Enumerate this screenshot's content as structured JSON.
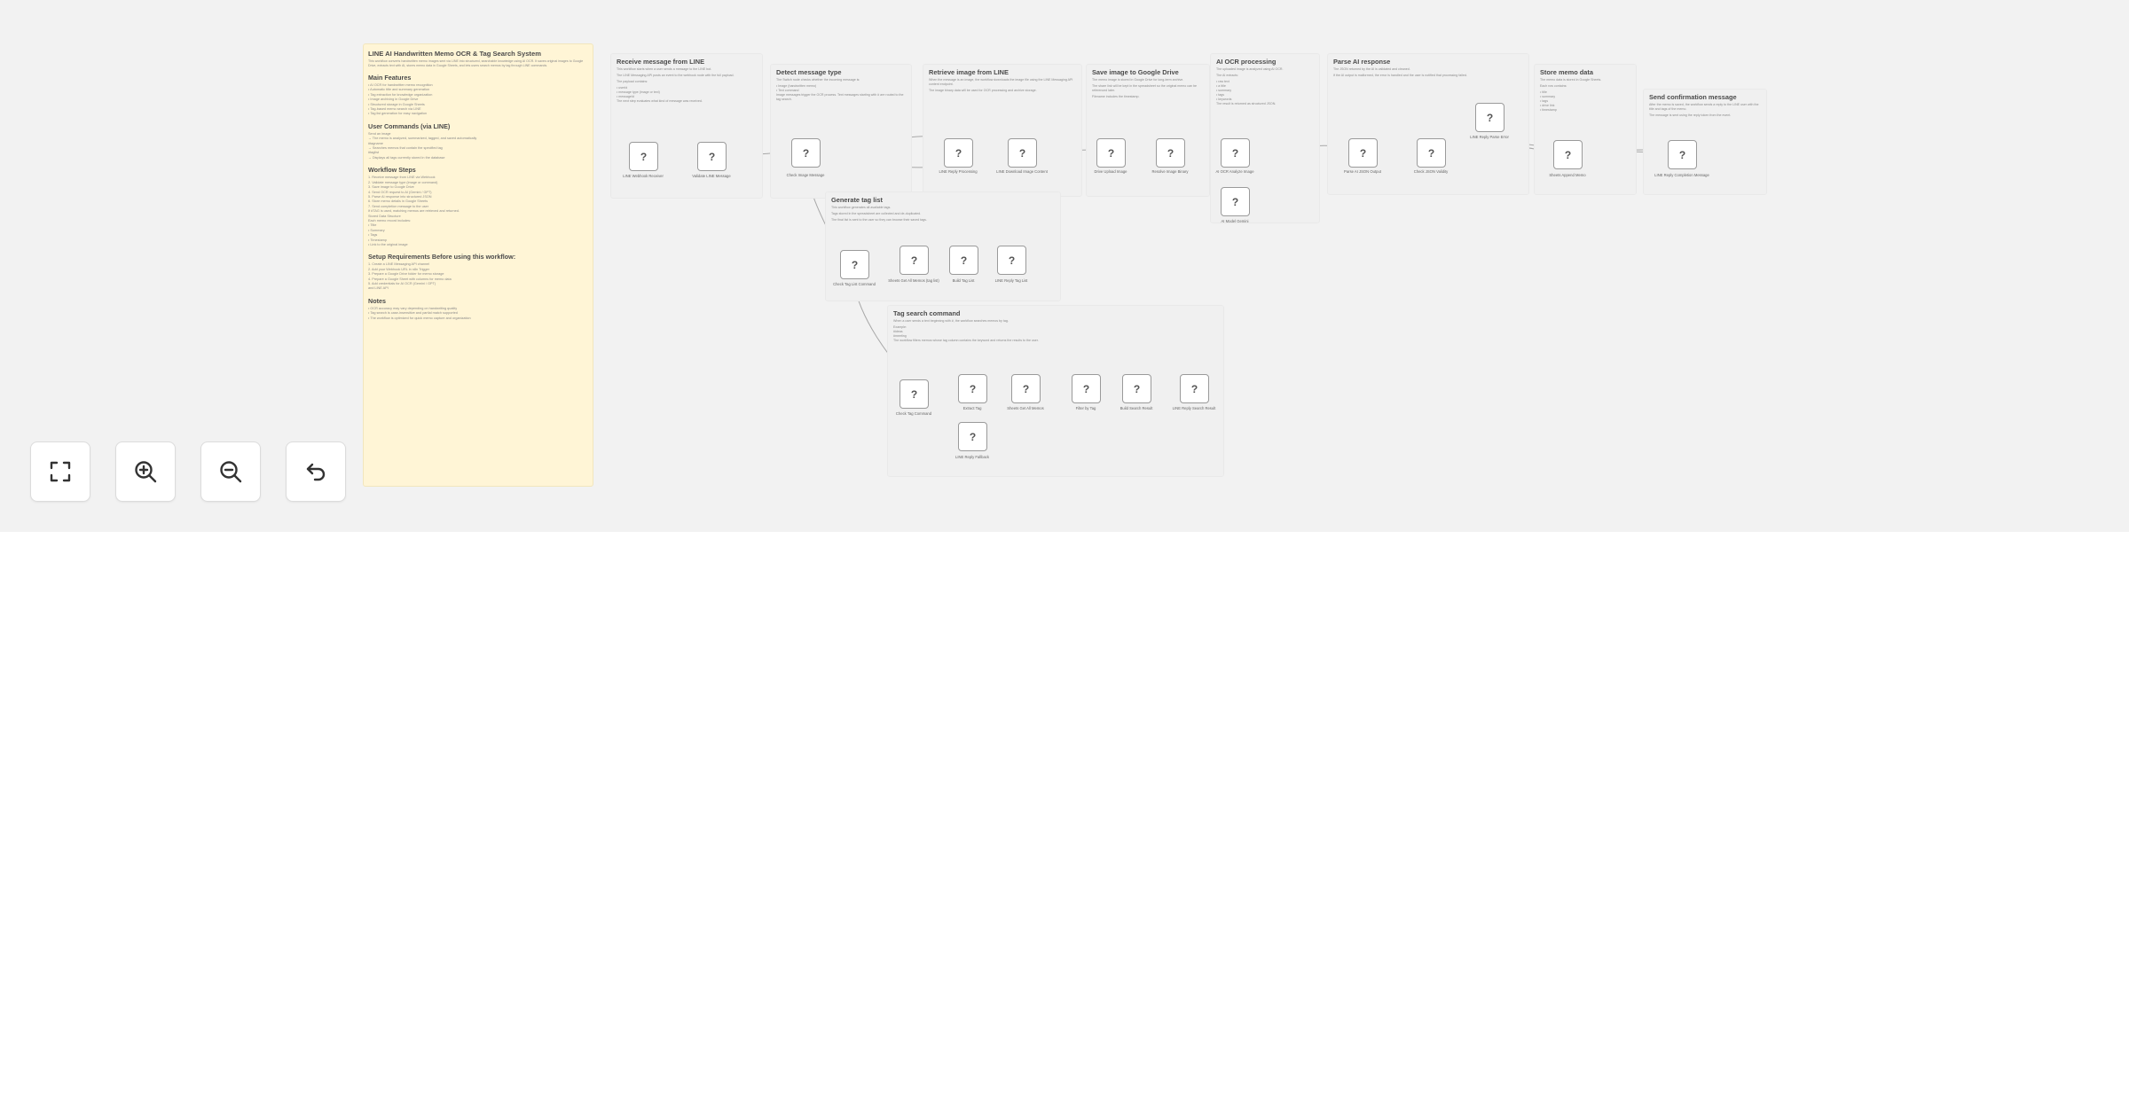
{
  "controls": [
    {
      "name": "fit-view-button",
      "icon": "fullscreen-icon",
      "label": "Fit view"
    },
    {
      "name": "zoom-in-button",
      "icon": "zoom-in-icon",
      "label": "Zoom in"
    },
    {
      "name": "zoom-out-button",
      "icon": "zoom-out-icon",
      "label": "Zoom out"
    },
    {
      "name": "reset-zoom-button",
      "icon": "undo-icon",
      "label": "Reset zoom"
    }
  ],
  "main_note": {
    "title": "LINE AI Handwritten Memo OCR & Tag Search System",
    "intro": "This workflow converts handwritten memo images sent via LINE into structured, searchable knowledge using AI OCR. It saves original images to Google Drive, extracts text with AI, stores memo data in Google Sheets, and lets users search memos by tag through LINE commands.",
    "sections": [
      {
        "heading": "Main Features",
        "items": [
          "• AI OCR for handwritten memo recognition",
          "• Automatic title and summary generation",
          "• Tag extraction for knowledge organization",
          "• Image archiving in Google Drive",
          "• Structured storage in Google Sheets",
          "• Tag-based memo search via LINE",
          "• Tag list generation for easy navigation"
        ]
      },
      {
        "heading": "User Commands (via LINE)",
        "items": [
          "Send an image",
          "→ The memo is analyzed, summarized, tagged, and saved automatically",
          "#tagname",
          "→ Searches memos that contain the specified tag",
          "#taglist",
          "→ Displays all tags currently stored in the database"
        ]
      },
      {
        "heading": "Workflow Steps",
        "items": [
          "1. Receive message from LINE via Webhook",
          "2. Validate message type (image or command)",
          "3. Save image to Google Drive",
          "4. Send OCR request to AI (Gemini / GPT)",
          "5. Parse AI response into structured JSON",
          "6. Store memo details in Google Sheets",
          "7. Send completion message to the user",
          "If #TAG is used, matching memos are retrieved and returned.",
          "Stored Data Structure",
          "Each memo record includes:",
          "• Title",
          "• Summary",
          "• Tags",
          "• Timestamp",
          "• Link to the original image"
        ]
      },
      {
        "heading": "Setup Requirements Before using this workflow:",
        "items": [
          "1. Create a LINE Messaging API channel",
          "2. Add your Webhook URL in n8n Trigger",
          "3. Prepare a Google Drive folder for memo storage",
          "4. Prepare a Google Sheet with columns for memo data",
          "5. Add credentials for AI OCR (Gemini / GPT)",
          "   and LINE API"
        ]
      },
      {
        "heading": "Notes",
        "items": [
          "• OCR accuracy may vary depending on handwriting quality",
          "• Tag search is case-insensitive and partial match supported",
          "• The workflow is optimized for quick memo capture and organization"
        ]
      }
    ]
  },
  "sections": [
    {
      "title": "Receive message from LINE",
      "lines": [
        "This workflow starts when a user sends a message to the LINE bot.",
        "The LINE Messaging API posts an event to the webhook node with the full payload.",
        "The payload contains:"
      ],
      "items": [
        "• userId",
        "• message type (image or text)",
        "• messageId"
      ],
      "tail": "The next step evaluates what kind of message was received."
    },
    {
      "title": "Detect message type",
      "lines": [
        "The Switch node checks whether the incoming message is:"
      ],
      "items": [
        "• Image (handwritten memo)",
        "• Text command"
      ],
      "tail": "Image messages trigger the OCR process. Text messages starting with # are routed to the tag search."
    },
    {
      "title": "Retrieve image from LINE",
      "lines": [
        "When the message is an image, the workflow downloads the image file using the LINE Messaging API content endpoint.",
        "The image binary data will be used for OCR processing and archive storage."
      ],
      "items": [],
      "tail": ""
    },
    {
      "title": "Save image to Google Drive",
      "lines": [
        "The memo image is stored in Google Drive for long-term archive.",
        "The share link will be kept in the spreadsheet so the original memo can be referenced later."
      ],
      "items": [],
      "tail": "Filename includes the timestamp."
    },
    {
      "title": "AI OCR processing",
      "lines": [
        "The uploaded image is analyzed using AI OCR.",
        "The AI extracts:"
      ],
      "items": [
        "• raw text",
        "• a title",
        "• summary",
        "• tags",
        "• keywords"
      ],
      "tail": "The result is returned as structured JSON."
    },
    {
      "title": "Parse AI response",
      "lines": [
        "The JSON returned by the AI is validated and cleaned.",
        "If the AI output is malformed, the error is handled and the user is notified that processing failed."
      ],
      "items": [],
      "tail": ""
    },
    {
      "title": "Store memo data",
      "lines": [
        "The memo data is stored in Google Sheets.",
        "Each row contains:"
      ],
      "items": [
        "• title",
        "• summary",
        "• tags",
        "• drive link",
        "• timestamp"
      ],
      "tail": ""
    },
    {
      "title": "Send confirmation message",
      "lines": [
        "After the memo is saved, the workflow sends a reply to the LINE user with the title and tags of the memo.",
        "The message is sent using the reply token from the event."
      ],
      "items": [],
      "tail": ""
    },
    {
      "title": "Generate tag list",
      "lines": [
        "This workflow generates all available tags.",
        "Tags stored in the spreadsheet are collected and de-duplicated.",
        "The final list is sent to the user so they can browse their saved tags."
      ],
      "items": [],
      "tail": ""
    },
    {
      "title": "Tag search command",
      "lines": [
        "When a user sends a text beginning with #, the workflow searches memos by tag."
      ],
      "items": [
        "Example:",
        "#ideas",
        "#meeting"
      ],
      "tail": "The workflow filters memos whose tag column contains the keyword and returns the results to the user."
    }
  ],
  "nodes": [
    {
      "id": "n1",
      "label": "LINE Webhook Receiver"
    },
    {
      "id": "n2",
      "label": "Validate LINE Message"
    },
    {
      "id": "n3",
      "label": "Check Image Message"
    },
    {
      "id": "n4",
      "label": "LINE Reply Processing"
    },
    {
      "id": "n5",
      "label": "LINE Download Image Content"
    },
    {
      "id": "n6",
      "label": "Drive Upload Image"
    },
    {
      "id": "n7",
      "label": "Resolve Image Binary"
    },
    {
      "id": "n8",
      "label": "AI OCR Analyze Image"
    },
    {
      "id": "n9",
      "label": "AI Model Gemini"
    },
    {
      "id": "n10",
      "label": "Parse AI JSON Output"
    },
    {
      "id": "n11",
      "label": "Check JSON Validity"
    },
    {
      "id": "n12",
      "label": "LINE Reply Parse Error"
    },
    {
      "id": "n13",
      "label": "Sheets Append Memo"
    },
    {
      "id": "n14",
      "label": "LINE Reply Completion Message"
    },
    {
      "id": "n15",
      "label": "Check Tag List Command"
    },
    {
      "id": "n16",
      "label": "Sheets Get All Memos (tag list)"
    },
    {
      "id": "n17",
      "label": "Build Tag List"
    },
    {
      "id": "n18",
      "label": "LINE Reply Tag List"
    },
    {
      "id": "n19",
      "label": "Check Tag Command"
    },
    {
      "id": "n20",
      "label": "Extract Tag"
    },
    {
      "id": "n21",
      "label": "Sheets Get All Memos"
    },
    {
      "id": "n22",
      "label": "Filter by Tag"
    },
    {
      "id": "n23",
      "label": "Build Search Result"
    },
    {
      "id": "n24",
      "label": "LINE Reply Search Result"
    },
    {
      "id": "n25",
      "label": "LINE Reply Fallback"
    }
  ]
}
